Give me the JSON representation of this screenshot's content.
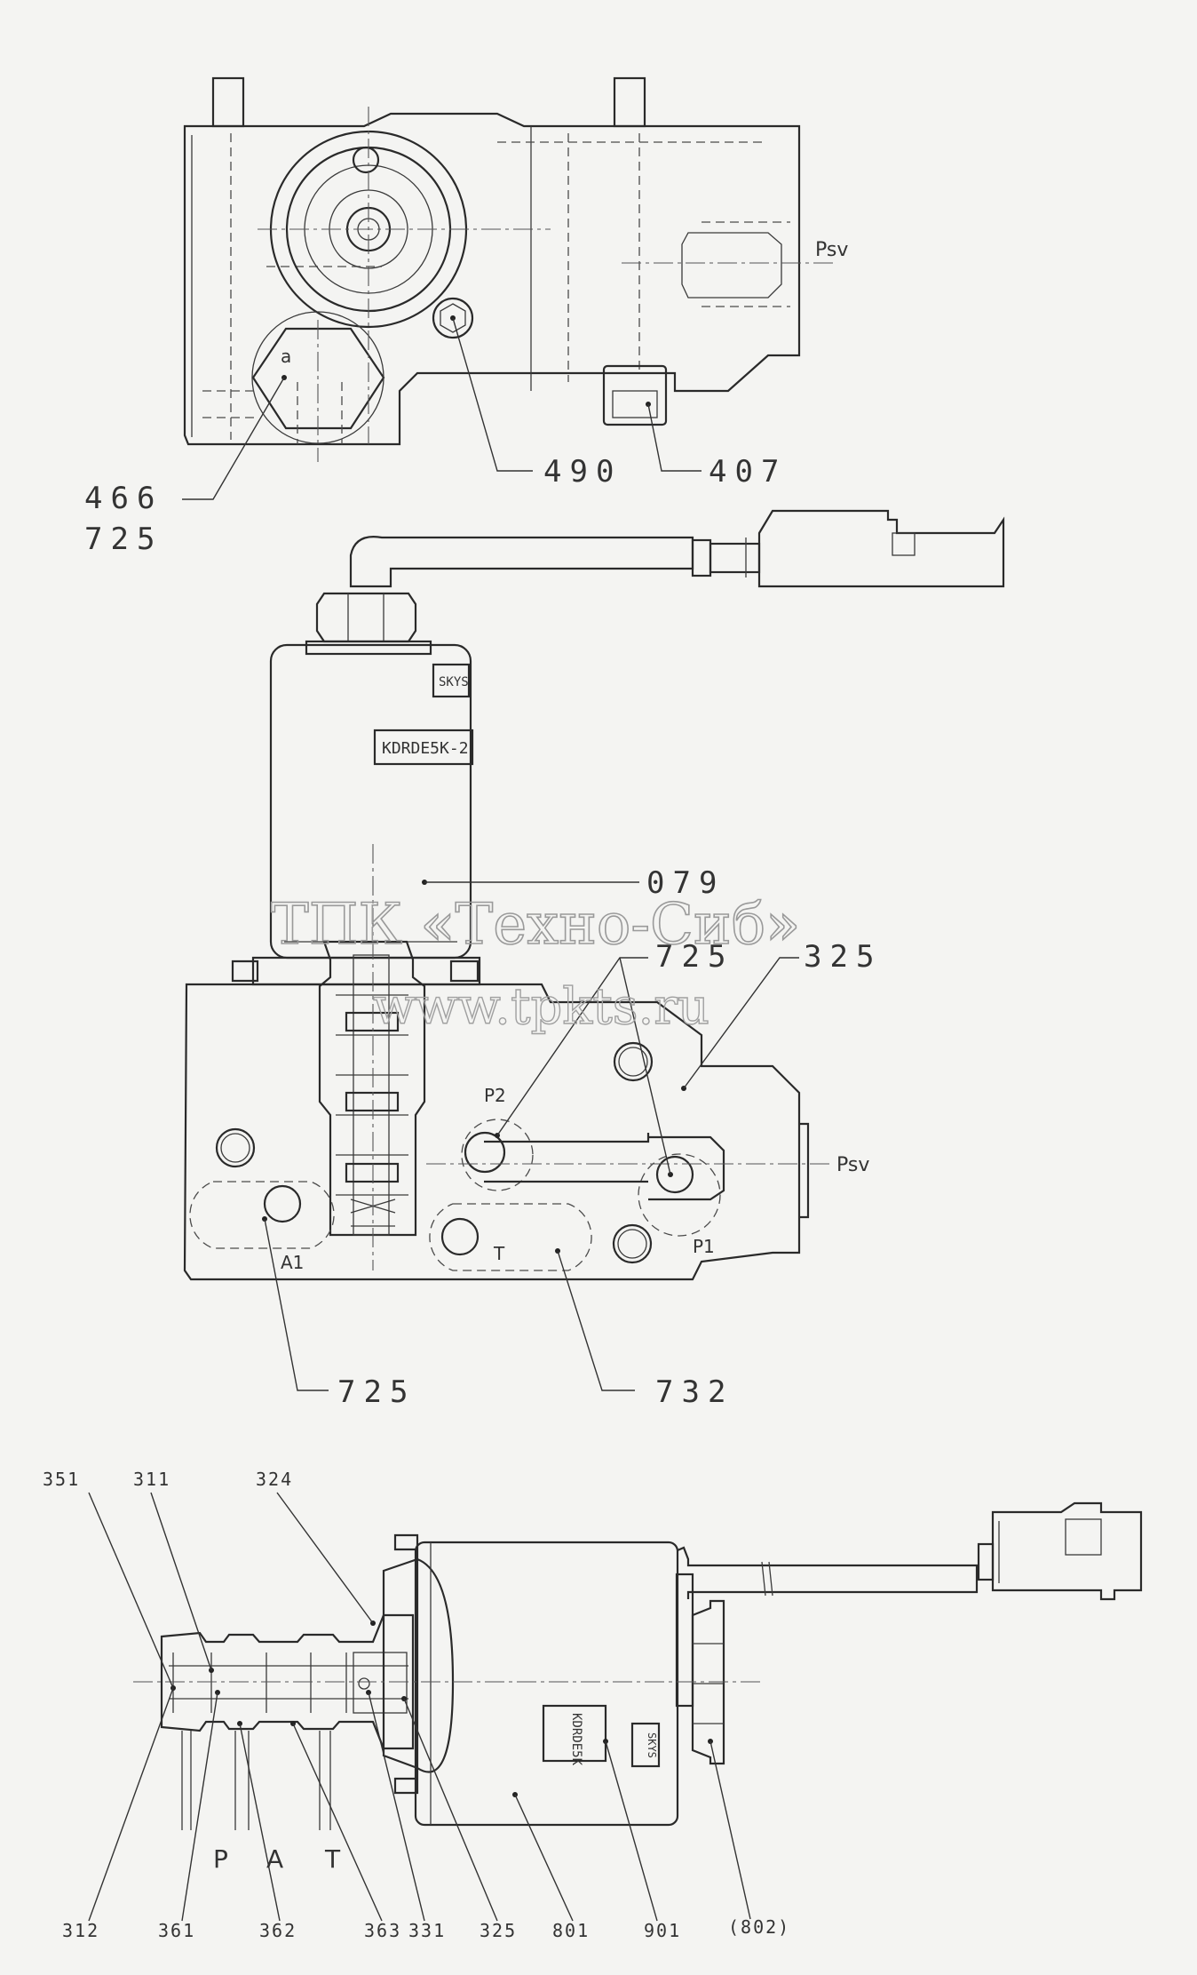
{
  "labels": {
    "top_466": "466",
    "top_725": "725",
    "top_490": "490",
    "top_407": "407",
    "mid_079": "079",
    "mid_725_upper": "725",
    "mid_325": "325",
    "mid_725_lower": "725",
    "mid_732": "732",
    "bot_351": "351",
    "bot_311": "311",
    "bot_324": "324",
    "bot_312": "312",
    "bot_361": "361",
    "bot_362": "362",
    "bot_363": "363",
    "bot_331": "331",
    "bot_325": "325",
    "bot_801": "801",
    "bot_901": "901",
    "bot_802": "(802)"
  },
  "ports": {
    "psv_top": "Psv",
    "a_top": "a",
    "p2": "P2",
    "psv_mid": "Psv",
    "a1": "A1",
    "t_mid": "T",
    "p1": "P1",
    "bottom_p": "P",
    "bottom_a": "A",
    "bottom_t": "T"
  },
  "nameplates": {
    "skys_mid": "SKYS",
    "model_mid": "KDRDE5K-2",
    "model_bottom": "KDRDE5K",
    "skys_bottom": "SKYS"
  },
  "watermark": {
    "line1": "ТПК «Техно-Сиб»",
    "line2": "www.tpkts.ru"
  }
}
